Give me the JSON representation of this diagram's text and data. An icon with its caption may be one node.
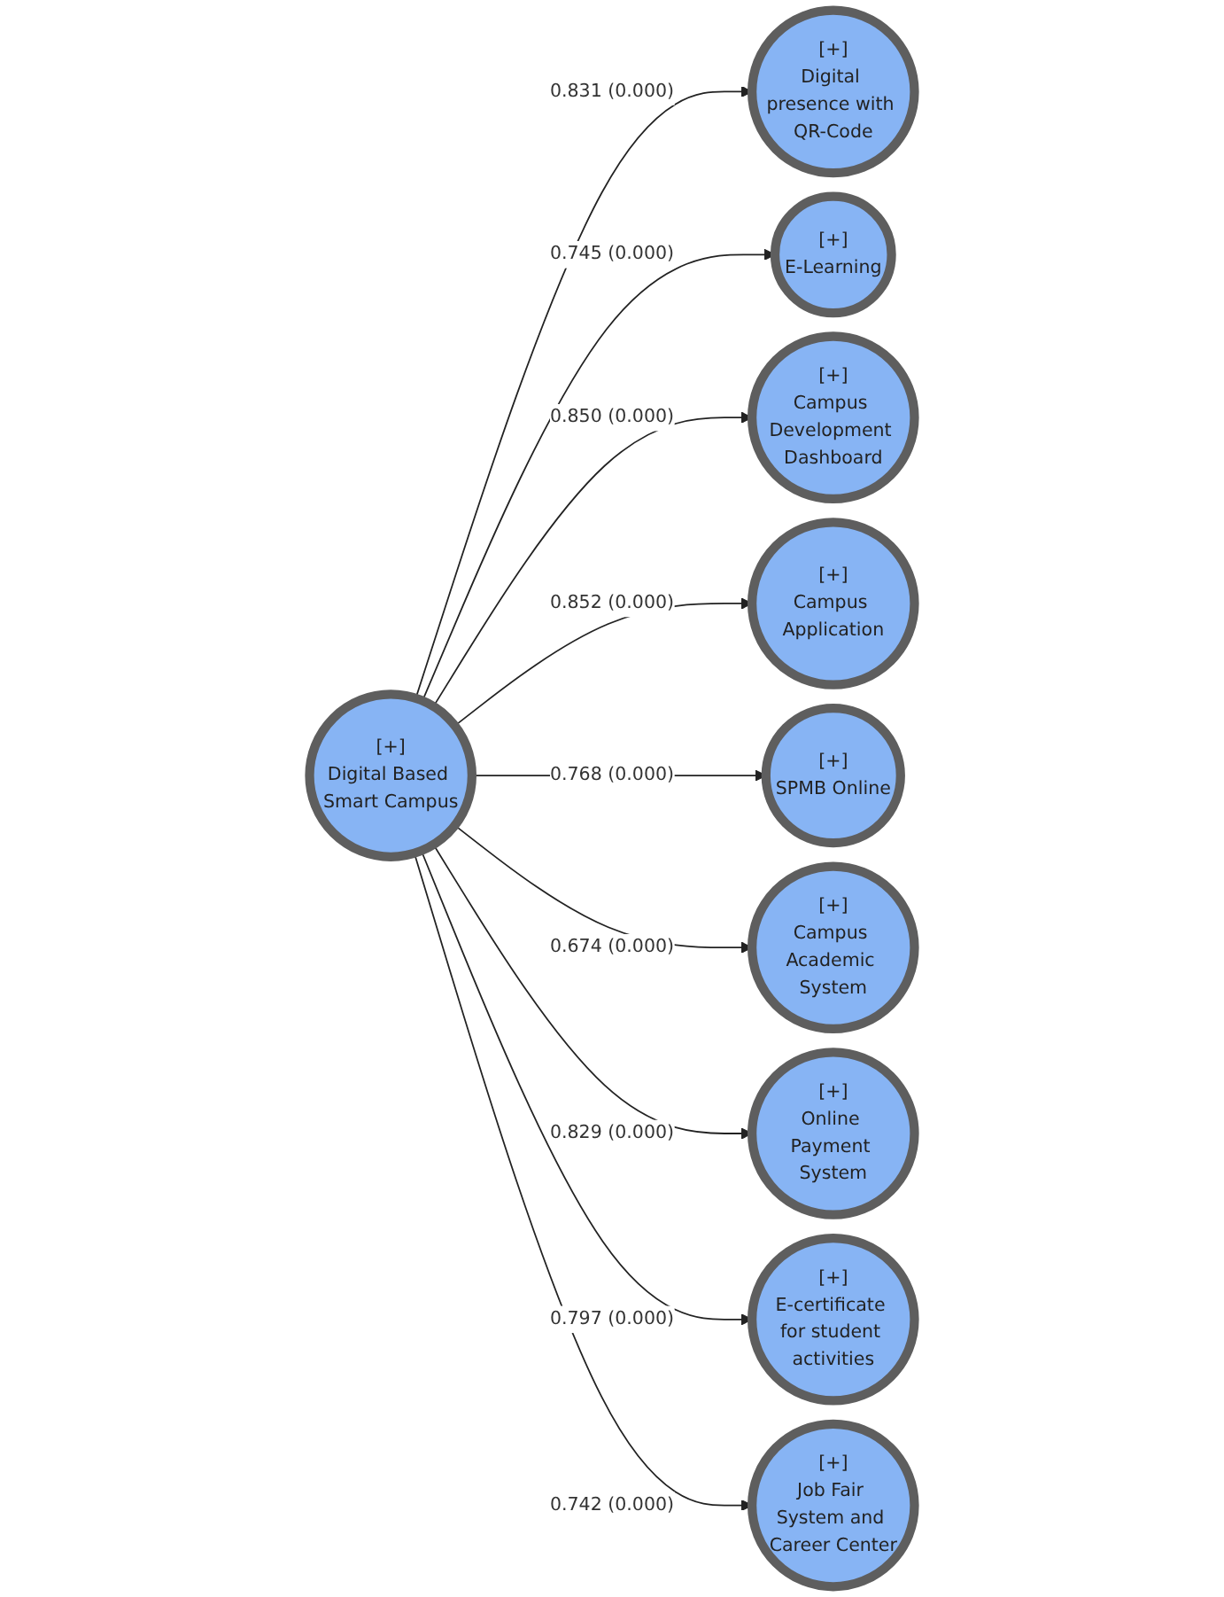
{
  "diagram": {
    "nodes": [
      {
        "text": [
          "[+]",
          "Digital Based Smart Campus"
        ]
      },
      {
        "text": [
          "[+]",
          "Digital presence with QR-Code"
        ]
      },
      {
        "text": [
          "[+]",
          "E-Learning"
        ]
      },
      {
        "text": [
          "[+]",
          "Campus Development Dashboard"
        ]
      },
      {
        "text": [
          "[+]",
          "Campus Application"
        ]
      },
      {
        "text": [
          "[+]",
          "SPMB Online"
        ]
      },
      {
        "text": [
          "[+]",
          "Campus Academic System"
        ]
      },
      {
        "text": [
          "[+]",
          "Online Payment System"
        ]
      },
      {
        "text": [
          "[+]",
          "E-certificate for student activities"
        ]
      },
      {
        "text": [
          "[+]",
          "Job Fair System and Career Center"
        ]
      }
    ],
    "edges": [
      {
        "from": 0,
        "to": 1,
        "arrow": "to",
        "label": "0.831 (0.000)"
      },
      {
        "from": 0,
        "to": 2,
        "arrow": "to",
        "label": "0.745 (0.000)"
      },
      {
        "from": 0,
        "to": 3,
        "arrow": "to",
        "label": "0.850 (0.000)"
      },
      {
        "from": 0,
        "to": 4,
        "arrow": "to",
        "label": "0.852 (0.000)"
      },
      {
        "from": 0,
        "to": 5,
        "arrow": "to",
        "label": "0.768 (0.000)"
      },
      {
        "from": 0,
        "to": 6,
        "arrow": "to",
        "label": "0.674 (0.000)"
      },
      {
        "from": 0,
        "to": 7,
        "arrow": "to",
        "label": "0.829 (0.000)"
      },
      {
        "from": 0,
        "to": 8,
        "arrow": "to",
        "label": "0.797 (0.000)"
      },
      {
        "from": 0,
        "to": 9,
        "arrow": "to",
        "label": "0.742 (0.000)"
      }
    ]
  }
}
